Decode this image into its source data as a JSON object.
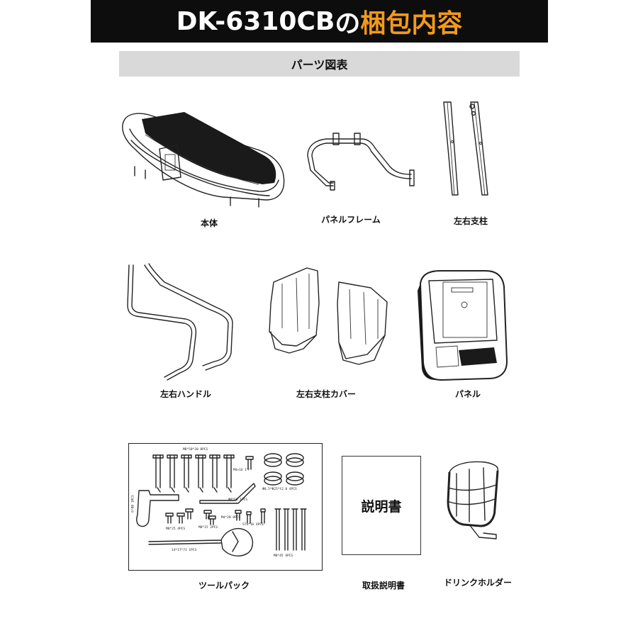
{
  "header": {
    "title_model": "DK-6310CB",
    "title_sep": " の",
    "title_accent": "梱包内容"
  },
  "section": {
    "title": "パーツ図表"
  },
  "parts": {
    "main_body": "本体",
    "panel_frame": "パネルフレーム",
    "uprights": "左右支柱",
    "handles": "左右ハンドル",
    "upright_covers": "左右支柱カバー",
    "panel": "パネル",
    "tool_pack": "ツールパック",
    "manual": "取扱説明書",
    "drink_holder": "ドリンクホルダー"
  },
  "manual_cover_text": "説明書",
  "tool_pack_notes": {
    "bolt_a": "M8*50*20 8PCS",
    "bolt_b": "M4×16 1个",
    "washer": "Φ8.5*Φ25*t2.0 4PCS",
    "allen_key": "6*80 1PCS",
    "hex": "Φ8*60 1PCS",
    "screw_a": "M8*25 4PCS",
    "screw_b": "M8*15 2PCS",
    "screw_c": "M4*20 8PCS",
    "screw_d": "ST4*16 4PCS",
    "wrench": "14*17*73 1PCS",
    "bolt_long": "M8*45 4PCS"
  }
}
